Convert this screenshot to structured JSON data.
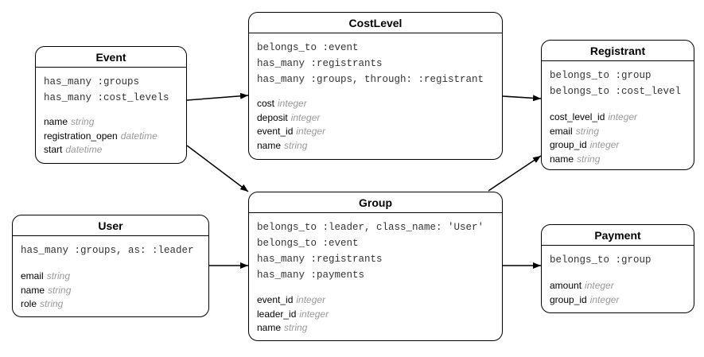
{
  "entities": {
    "event": {
      "title": "Event",
      "associations": [
        "has_many :groups",
        "has_many :cost_levels"
      ],
      "attributes": [
        {
          "name": "name",
          "type": "string"
        },
        {
          "name": "registration_open",
          "type": "datetime"
        },
        {
          "name": "start",
          "type": "datetime"
        }
      ]
    },
    "costlevel": {
      "title": "CostLevel",
      "associations": [
        "belongs_to :event",
        "has_many :registrants",
        "has_many :groups, through: :registrant"
      ],
      "attributes": [
        {
          "name": "cost",
          "type": "integer"
        },
        {
          "name": "deposit",
          "type": "integer"
        },
        {
          "name": "event_id",
          "type": "integer"
        },
        {
          "name": "name",
          "type": "string"
        }
      ]
    },
    "registrant": {
      "title": "Registrant",
      "associations": [
        "belongs_to :group",
        "belongs_to :cost_level"
      ],
      "attributes": [
        {
          "name": "cost_level_id",
          "type": "integer"
        },
        {
          "name": "email",
          "type": "string"
        },
        {
          "name": "group_id",
          "type": "integer"
        },
        {
          "name": "name",
          "type": "string"
        }
      ]
    },
    "user": {
      "title": "User",
      "associations": [
        "has_many :groups, as: :leader"
      ],
      "attributes": [
        {
          "name": "email",
          "type": "string"
        },
        {
          "name": "name",
          "type": "string"
        },
        {
          "name": "role",
          "type": "string"
        }
      ]
    },
    "group": {
      "title": "Group",
      "associations": [
        "belongs_to :leader, class_name: 'User'",
        "belongs_to :event",
        "has_many :registrants",
        "has_many :payments"
      ],
      "attributes": [
        {
          "name": "event_id",
          "type": "integer"
        },
        {
          "name": "leader_id",
          "type": "integer"
        },
        {
          "name": "name",
          "type": "string"
        }
      ]
    },
    "payment": {
      "title": "Payment",
      "associations": [
        "belongs_to :group"
      ],
      "attributes": [
        {
          "name": "amount",
          "type": "integer"
        },
        {
          "name": "group_id",
          "type": "integer"
        }
      ]
    }
  },
  "relationships": [
    {
      "from": "event",
      "to": "costlevel"
    },
    {
      "from": "event",
      "to": "group"
    },
    {
      "from": "costlevel",
      "to": "registrant"
    },
    {
      "from": "group",
      "to": "registrant"
    },
    {
      "from": "user",
      "to": "group"
    },
    {
      "from": "group",
      "to": "payment"
    }
  ]
}
